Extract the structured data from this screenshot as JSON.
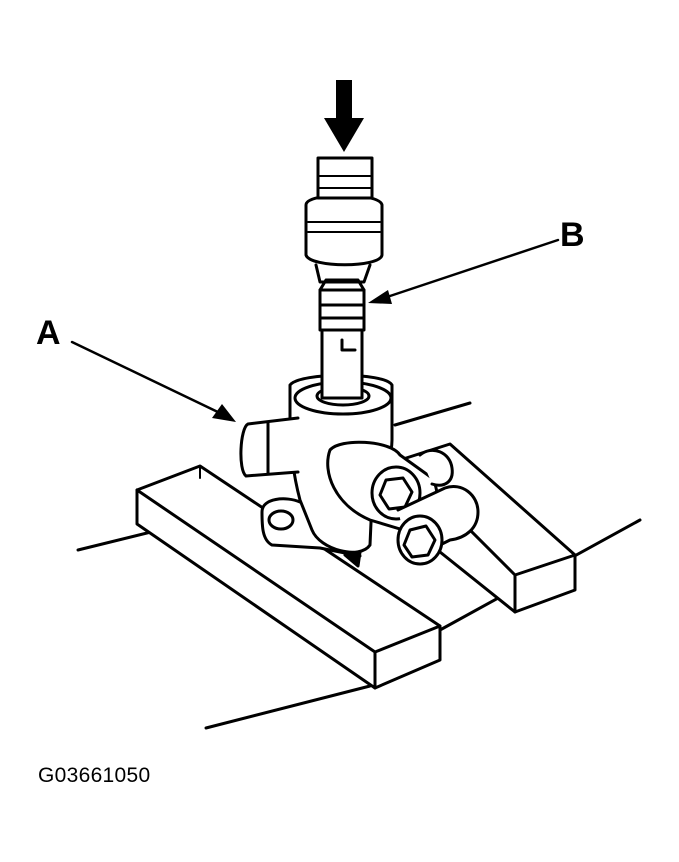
{
  "labels": {
    "a": "A",
    "b": "B"
  },
  "figure_code": "G03661050",
  "colors": {
    "ink": "#000000",
    "paper": "#ffffff"
  }
}
